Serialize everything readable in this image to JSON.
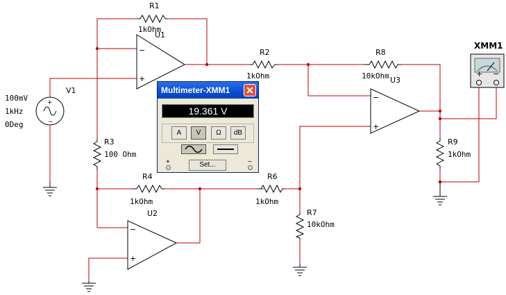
{
  "components": {
    "r1": {
      "name": "R1",
      "value": "1kOhm"
    },
    "r2": {
      "name": "R2",
      "value": "1kOhm"
    },
    "r3": {
      "name": "R3",
      "value": "100  Ohm"
    },
    "r4": {
      "name": "R4",
      "value": "1kOhm"
    },
    "r6": {
      "name": "R6",
      "value": "1kOhm"
    },
    "r7": {
      "name": "R7",
      "value": "10kOhm"
    },
    "r8": {
      "name": "R8",
      "value": "10kOhm"
    },
    "r9": {
      "name": "R9",
      "value": "1kOhm"
    },
    "u1": {
      "name": "U1"
    },
    "u2": {
      "name": "U2"
    },
    "u3": {
      "name": "U3"
    },
    "v1": {
      "name": "V1",
      "amplitude": "100mV",
      "frequency": "1kHz",
      "phase": "0Deg"
    },
    "xmm1": {
      "name": "XMM1",
      "plus": "+",
      "minus": "−"
    },
    "opamp_minus": "−",
    "opamp_plus": "+"
  },
  "multimeter": {
    "title": "Multimeter-XMM1",
    "reading": "19.361 V",
    "buttons": {
      "amp": "A",
      "volt": "V",
      "ohm": "Ω",
      "db": "dB",
      "set": "Set..."
    },
    "active_mode": "V",
    "active_coupling": "AC",
    "terminal_plus": "+",
    "terminal_minus": "−"
  },
  "colors": {
    "wire": "#c00000",
    "titlebar": "#0a4cd0",
    "close": "#e0503a",
    "display_bg": "#000000",
    "display_text": "#ffffff"
  }
}
